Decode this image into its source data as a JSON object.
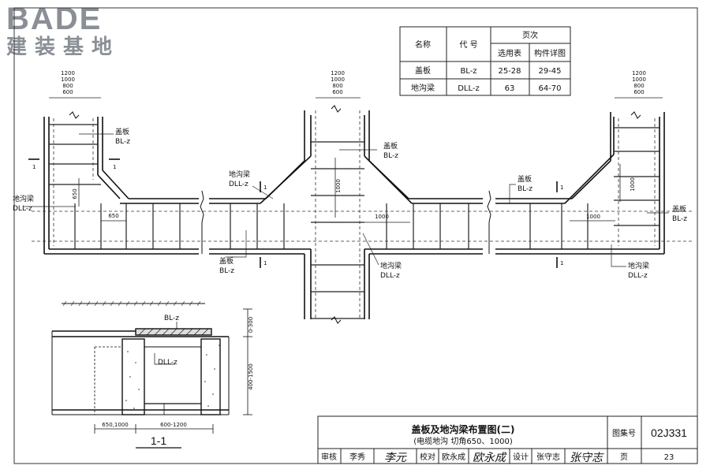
{
  "logo": {
    "brand": "BADE",
    "subtitle": "建装基地"
  },
  "ref_table": {
    "h_name": "名称",
    "h_code": "代 号",
    "h_pages": "页次",
    "h_select": "选用表",
    "h_detail": "构件详图",
    "rows": [
      {
        "name": "盖板",
        "code": "BL-z",
        "select": "25-28",
        "detail": "29-45"
      },
      {
        "name": "地沟梁",
        "code": "DLL-z",
        "select": "63",
        "detail": "64-70"
      }
    ]
  },
  "widths": [
    "1200",
    "1000",
    "800",
    "600"
  ],
  "labels": {
    "cover": "盖板",
    "cover_code": "BL-z",
    "beam": "地沟梁",
    "beam_code": "DLL-z",
    "section_mark": "1",
    "d650": "650",
    "d1000": "1000"
  },
  "section": {
    "cover_code": "BL-z",
    "beam_code": "DLL-z",
    "depth_top": "0-300",
    "depth_main": "400-1500",
    "w_left": "650,1000",
    "w_right": "600-1200",
    "title": "1-1"
  },
  "title_block": {
    "title": "盖板及地沟梁布置图(二)",
    "subtitle": "(电缆地沟 切角650、1000)",
    "atlas_label": "图集号",
    "atlas_no": "02J331",
    "review_label": "审核",
    "reviewer": "李秀",
    "reviewer_sig": "李元",
    "check_label": "校对",
    "checker": "欧永成",
    "checker_sig": "欧永成",
    "design_label": "设计",
    "designer": "张守志",
    "designer_sig": "张守志",
    "page_label": "页",
    "page_no": "23"
  }
}
